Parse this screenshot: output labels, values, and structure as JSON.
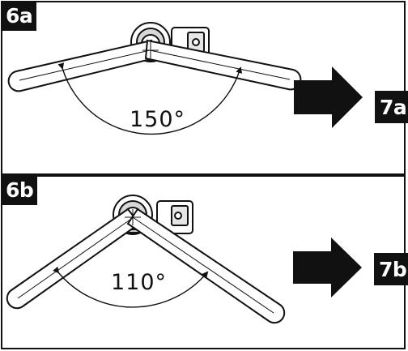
{
  "panels": [
    {
      "id": "6a",
      "label": "6a",
      "angle": "150°",
      "next": "7a"
    },
    {
      "id": "6b",
      "label": "6b",
      "angle": "110°",
      "next": "7b"
    }
  ],
  "colors": {
    "ink": "#111111",
    "paper": "#ffffff",
    "part_gray": "#bdbdbd"
  }
}
